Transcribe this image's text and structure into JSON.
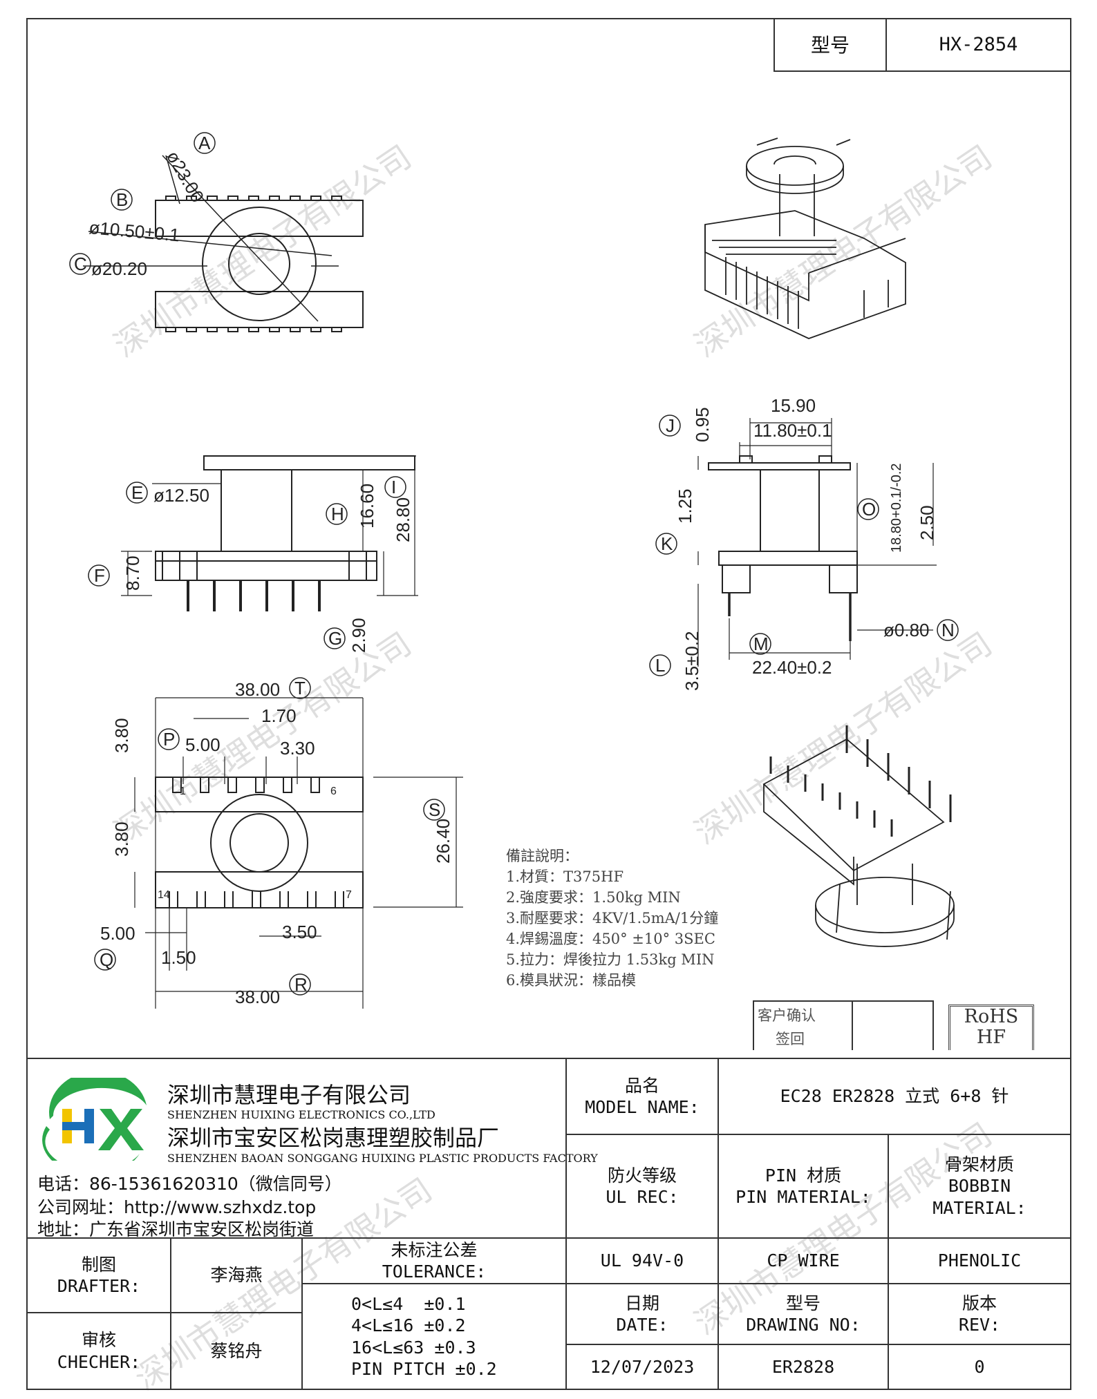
{
  "header": {
    "model_label": "型号",
    "model_value": "HX-2854"
  },
  "dimensions": {
    "A": "A",
    "B": "B",
    "C": "C",
    "E": "E",
    "F": "F",
    "G": "G",
    "H": "H",
    "I": "I",
    "J": "J",
    "K": "K",
    "L": "L",
    "M": "M",
    "N": "N",
    "O": "O",
    "P": "P",
    "Q": "Q",
    "R": "R",
    "S": "S",
    "T": "T",
    "dia_a": "ø23.00",
    "dia_b": "ø10.50±0.1",
    "dia_c": "ø20.20",
    "dia_e": "ø12.50",
    "h_16": "16.60",
    "i_28": "28.80",
    "f_8": "8.70",
    "g_2": "2.90",
    "w_1590": "15.90",
    "w_1180": "11.80±0.1",
    "j_095": "0.95",
    "k_125": "1.25",
    "o_1880": "18.80+0.1/-0.2",
    "v_250": "2.50",
    "n_080": "ø0.80",
    "m_2240": "22.40±0.2",
    "l_35": "3.5±0.2",
    "t_38": "38.00",
    "w_170": "1.70",
    "w_500": "5.00",
    "w_330": "3.30",
    "v_380a": "3.80",
    "v_380b": "3.80",
    "s_2640": "26.40",
    "q_500": "5.00",
    "q_150": "1.50",
    "w_350": "3.50",
    "r_38": "38.00",
    "pin1": "1",
    "pin6": "6",
    "pin7": "7",
    "pin14": "14"
  },
  "notes": {
    "title": "備註說明：",
    "lines": [
      "1.材質：T375HF",
      "2.強度要求：1.50kg MIN",
      "3.耐壓要求：4KV/1.5mA/1分鐘",
      "4.焊錫溫度：450° ±10° 3SEC",
      "5.拉力：焊後拉力 1.53kg MIN",
      "6.模具狀況：樣品模"
    ]
  },
  "confirm": {
    "line1": "客户确认",
    "line2": "签回"
  },
  "rohs": {
    "line1": "RoHS",
    "line2": "HF"
  },
  "company": {
    "name_cn": "深圳市慧理电子有限公司",
    "name_en": "SHENZHEN HUIXING ELECTRONICS CO.,LTD",
    "factory_cn": "深圳市宝安区松岗惠理塑胶制品厂",
    "factory_en": "SHENZHEN BAOAN SONGGANG HUIXING PLASTIC PRODUCTS FACTORY",
    "phone": "电话：86-15361620310（微信同号）",
    "website": "公司网址：http://www.szhxdz.top",
    "address": "地址：广东省深圳市宝安区松岗街道",
    "logo_text": "HX"
  },
  "title_block": {
    "model_name_label_cn": "品名",
    "model_name_label_en": "MODEL NAME:",
    "model_name_value": "EC28 ER2828 立式 6+8 针",
    "ul_label_cn": "防火等级",
    "ul_label_en": "UL REC:",
    "pin_label_cn": "PIN 材质",
    "pin_label_en": "PIN MATERIAL:",
    "bobbin_label_cn": "骨架材质",
    "bobbin_label_en1": "BOBBIN",
    "bobbin_label_en2": "MATERIAL:",
    "ul_value": "UL 94V-0",
    "pin_value": "CP WIRE",
    "bobbin_value": "PHENOLIC",
    "drafter_cn": "制图",
    "drafter_en": "DRAFTER:",
    "drafter_name": "李海燕",
    "checker_cn": "审核",
    "checker_en": "CHECHER:",
    "checker_name": "蔡铭舟",
    "tolerance_cn": "未标注公差",
    "tolerance_en": "TOLERANCE:",
    "tolerance_lines": [
      "0<L≤4  ±0.1",
      "4<L≤16 ±0.2",
      "16<L≤63 ±0.3",
      "PIN PITCH ±0.2"
    ],
    "date_cn": "日期",
    "date_en": "DATE:",
    "date_value": "12/07/2023",
    "drawing_cn": "型号",
    "drawing_en": "DRAWING NO:",
    "drawing_value": "ER2828",
    "rev_cn": "版本",
    "rev_en": "REV:",
    "rev_value": "0"
  },
  "watermark": "深圳市慧理电子有限公司",
  "colors": {
    "logo_green": "#2aa84a",
    "logo_yellow": "#f2c400",
    "logo_blue": "#1b6fb8",
    "line": "#222222"
  }
}
